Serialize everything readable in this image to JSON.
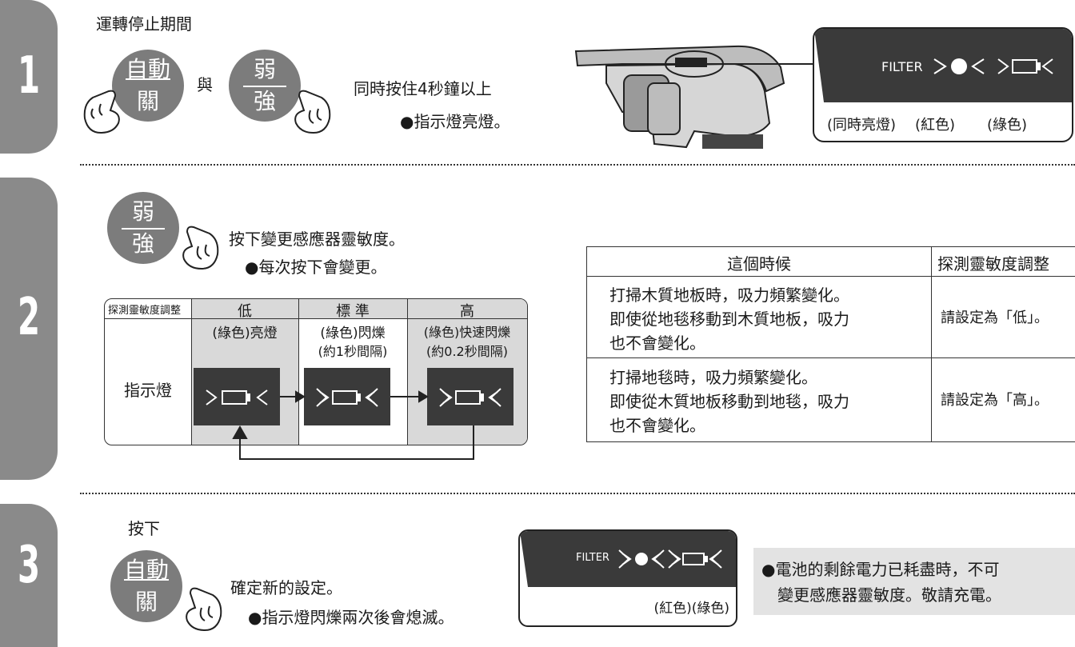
{
  "step1": {
    "num": "1",
    "title": "運轉停止期間",
    "btn_auto": {
      "top": "自動",
      "bottom": "關"
    },
    "and": "與",
    "btn_power": {
      "top": "弱",
      "bottom": "強"
    },
    "instruction": "同時按住4秒鐘以上",
    "note": "●指示燈亮燈。",
    "panel_label": "FILTER",
    "panel_caption": [
      "(同時亮燈)",
      "(紅色)",
      "(綠色)"
    ]
  },
  "step2": {
    "num": "2",
    "btn_power": {
      "top": "弱",
      "bottom": "強"
    },
    "instruction": "按下變更感應器靈敏度。",
    "note": "●每次按下會變更。",
    "table": {
      "header_label": "探測靈敏度調整",
      "levels": [
        "低",
        "標 準",
        "高"
      ],
      "row_label": "指示燈",
      "states": [
        "(綠色)亮燈",
        "(綠色)閃爍",
        "(綠色)快速閃爍"
      ],
      "intervals": [
        "",
        "(約1秒間隔)",
        "(約0.2秒間隔)"
      ]
    },
    "info_table": {
      "headers": [
        "這個時候",
        "探測靈敏度調整"
      ],
      "rows": [
        {
          "situation": [
            "打掃木質地板時，吸力頻繁變化。",
            "即使從地毯移動到木質地板，吸力",
            "也不會變化。"
          ],
          "setting": "請設定為「低」。"
        },
        {
          "situation": [
            "打掃地毯時，吸力頻繁變化。",
            "即使從木質地板移動到地毯，吸力",
            "也不會變化。"
          ],
          "setting": "請設定為「高」。"
        }
      ]
    }
  },
  "step3": {
    "num": "3",
    "title": "按下",
    "btn_auto": {
      "top": "自動",
      "bottom": "關"
    },
    "instruction": "確定新的設定。",
    "note": "●指示燈閃爍兩次後會熄滅。",
    "panel_label": "FILTER",
    "panel_caption": "(紅色)(綠色)",
    "battery_note": [
      "●電池的剩餘電力已耗盡時，不可",
      "變更感應器靈敏度。敬請充電。"
    ]
  }
}
